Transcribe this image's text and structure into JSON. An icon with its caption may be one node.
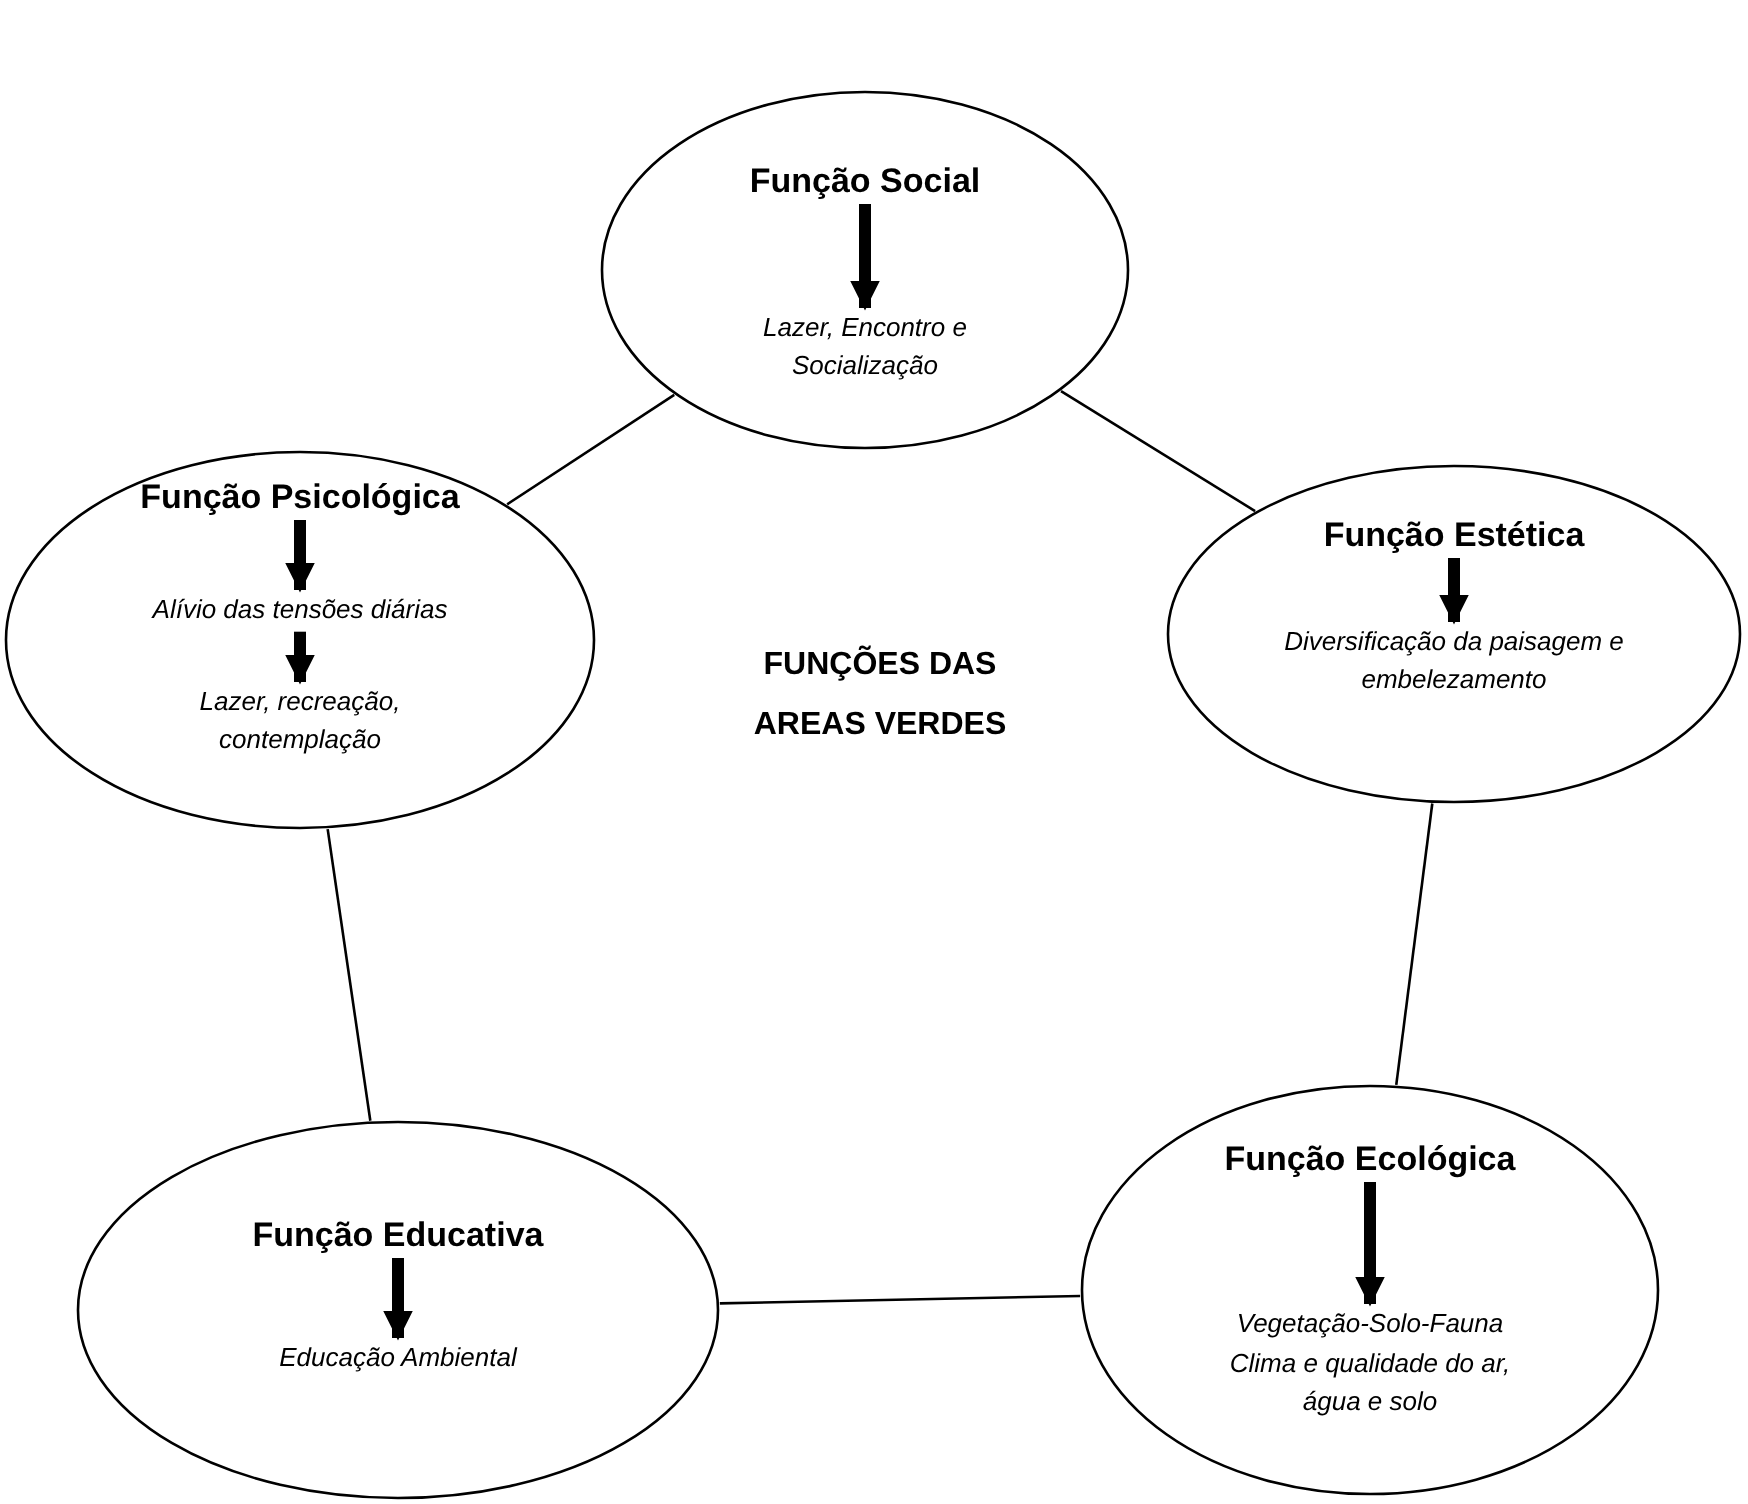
{
  "diagram": {
    "nodes": [
      {
        "text": [],
        "shape": "ellipse"
      },
      {
        "text": [
          "Função Social"
        ],
        "in": 0
      },
      {
        "text": [
          "Lazer, Encontro e Socialização"
        ],
        "in": 0
      },
      {
        "text": [],
        "shape": "ellipse"
      },
      {
        "text": [
          "Função Psicológica"
        ],
        "in": 3
      },
      {
        "text": [
          "Alívio das tensões diárias"
        ],
        "in": 3
      },
      {
        "text": [
          "Lazer, recreação, contemplação"
        ],
        "in": 3
      },
      {
        "text": [],
        "shape": "ellipse"
      },
      {
        "text": [
          "Função Estética"
        ],
        "in": 7
      },
      {
        "text": [
          "Diversificação da paisagem e embelezamento"
        ],
        "in": 7
      },
      {
        "text": [],
        "shape": "ellipse"
      },
      {
        "text": [
          "Função Educativa"
        ],
        "in": 10
      },
      {
        "text": [
          "Educação Ambiental"
        ],
        "in": 10
      },
      {
        "text": [],
        "shape": "ellipse"
      },
      {
        "text": [
          "Função Ecológica"
        ],
        "in": 13
      },
      {
        "text": [
          "Vegetação-Solo-Fauna"
        ],
        "in": 13
      },
      {
        "text": [
          "Clima e qualidade do ar, água e solo"
        ],
        "in": 13
      }
    ],
    "edges": [
      {
        "from": 0,
        "to": 7,
        "arrow": "none"
      },
      {
        "from": 7,
        "to": 13,
        "arrow": "none"
      },
      {
        "from": 13,
        "to": 10,
        "arrow": "none"
      },
      {
        "from": 10,
        "to": 3,
        "arrow": "none"
      },
      {
        "from": 3,
        "to": 0,
        "arrow": "none"
      },
      {
        "from": 1,
        "to": 2,
        "arrow": "to"
      },
      {
        "from": 4,
        "to": 5,
        "arrow": "to"
      },
      {
        "from": 5,
        "to": 6,
        "arrow": "to"
      },
      {
        "from": 8,
        "to": 9,
        "arrow": "to"
      },
      {
        "from": 11,
        "to": 12,
        "arrow": "to"
      },
      {
        "from": 14,
        "to": 15,
        "arrow": "to"
      }
    ],
    "labels": [
      "FUNÇÕES DAS AREAS VERDES"
    ]
  }
}
